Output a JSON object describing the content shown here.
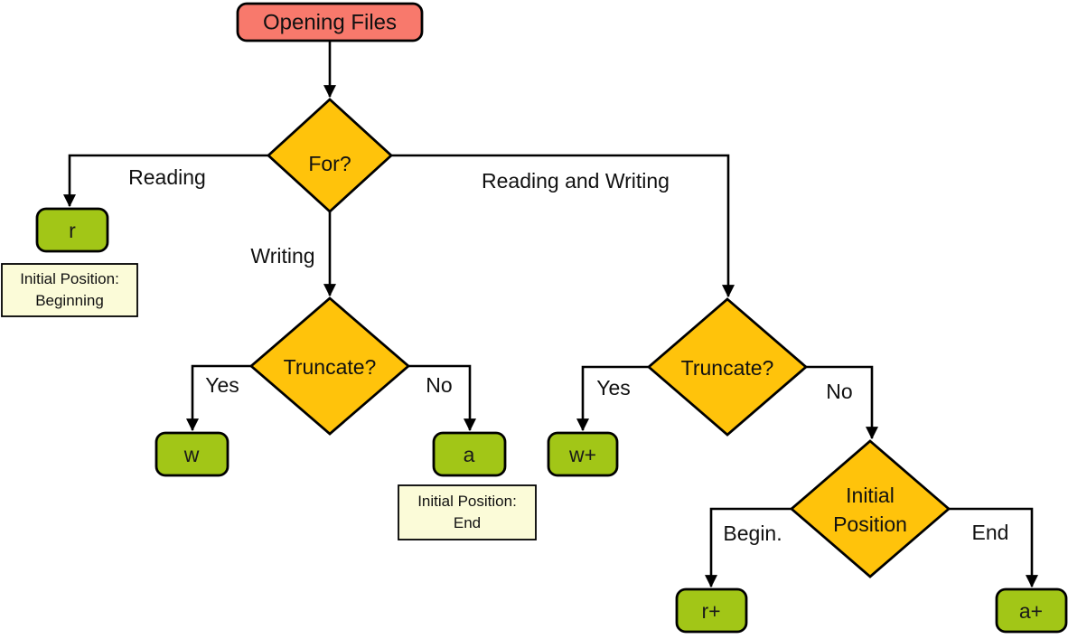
{
  "colors": {
    "start_fill": "#f8796c",
    "decision_fill": "#ffc30b",
    "mode_fill": "#a2c617",
    "note_fill": "#fbfbd8",
    "line": "#000000"
  },
  "nodes": {
    "start": {
      "label": "Opening Files"
    },
    "for_decision": {
      "label": "For?"
    },
    "truncate_write": {
      "label": "Truncate?"
    },
    "truncate_rw": {
      "label": "Truncate?"
    },
    "initial_position": {
      "line1": "Initial",
      "line2": "Position"
    },
    "mode_r": {
      "label": "r"
    },
    "mode_w": {
      "label": "w"
    },
    "mode_a": {
      "label": "a"
    },
    "mode_wplus": {
      "label": "w+"
    },
    "mode_rplus": {
      "label": "r+"
    },
    "mode_aplus": {
      "label": "a+"
    }
  },
  "notes": {
    "beginning": {
      "line1": "Initial Position:",
      "line2": "Beginning"
    },
    "end": {
      "line1": "Initial Position:",
      "line2": "End"
    }
  },
  "edges": {
    "reading": "Reading",
    "writing": "Writing",
    "reading_and_writing": "Reading and Writing",
    "yes_left": "Yes",
    "no_left": "No",
    "yes_right": "Yes",
    "no_right": "No",
    "begin": "Begin.",
    "end": "End"
  }
}
